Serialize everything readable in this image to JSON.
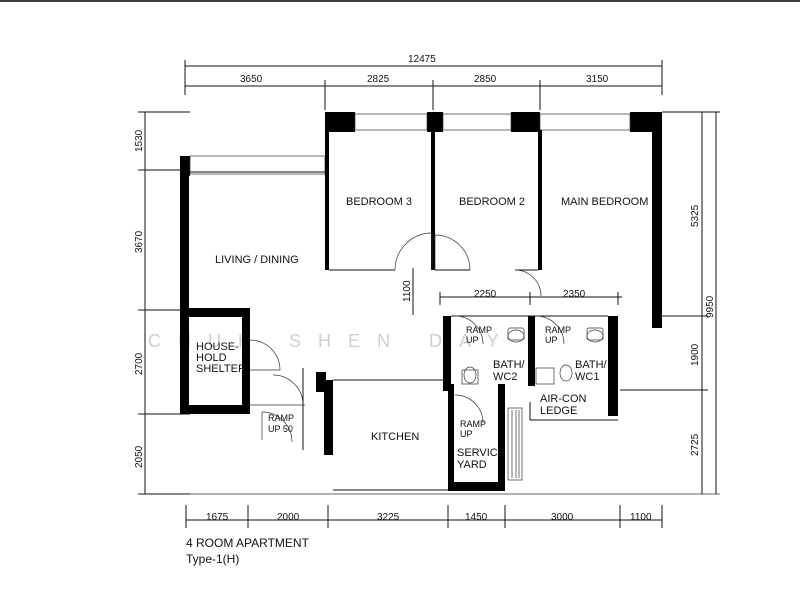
{
  "dimensions": {
    "overall": "12475",
    "top": [
      "3650",
      "2825",
      "2850",
      "3150"
    ],
    "bottom": [
      "1675",
      "2000",
      "3225",
      "1450",
      "3000",
      "1100"
    ],
    "left": [
      "1530",
      "3670",
      "2700",
      "2050"
    ],
    "right_inner": [
      "5325",
      "1900",
      "2725"
    ],
    "right_outer": "9950",
    "inner_upper": [
      "2250",
      "2350"
    ],
    "inner_vertical": "1100"
  },
  "rooms": {
    "bedroom3": "BEDROOM 3",
    "bedroom2": "BEDROOM 2",
    "main_bedroom": "MAIN BEDROOM",
    "living_dining": "LIVING / DINING",
    "household_shelter": [
      "HOUSE-",
      "HOLD",
      "SHELTER"
    ],
    "kitchen": "KITCHEN",
    "bath_wc2": [
      "BATH/",
      "WC2"
    ],
    "bath_wc1": [
      "BATH/",
      "WC1"
    ],
    "aircon_ledge": [
      "AIR-CON",
      "LEDGE"
    ],
    "service_yard": [
      "SERVICE",
      "YARD"
    ]
  },
  "ramps": {
    "entrance": [
      "RAMP",
      "UP 50"
    ],
    "bath2": [
      "RAMP",
      "UP"
    ],
    "bath1": [
      "RAMP",
      "UP"
    ],
    "service": [
      "RAMP",
      "UP"
    ]
  },
  "caption": {
    "title": "4 ROOM APARTMENT",
    "type": "Type-1(H)"
  },
  "watermark": "CHUK SHEN DAY"
}
